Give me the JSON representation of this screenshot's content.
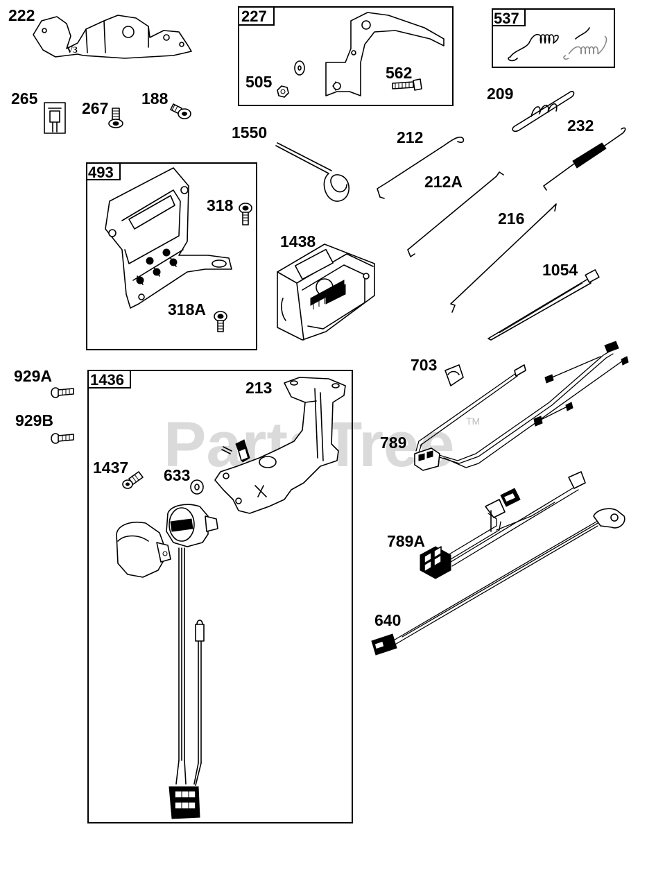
{
  "watermark": {
    "text": "PartsTree",
    "tm": "TM"
  },
  "boxes": [
    {
      "id": "227"
    },
    {
      "id": "537"
    },
    {
      "id": "493"
    },
    {
      "id": "1436"
    }
  ],
  "labels": {
    "p222": "222",
    "p227": "227",
    "p505": "505",
    "p562": "562",
    "p537": "537",
    "p265": "265",
    "p267": "267",
    "p188": "188",
    "p209": "209",
    "p1550": "1550",
    "p212": "212",
    "p232": "232",
    "p212A": "212A",
    "p493": "493",
    "p318": "318",
    "p318A": "318A",
    "p1438": "1438",
    "p216": "216",
    "p1054": "1054",
    "p929A": "929A",
    "p929B": "929B",
    "p1436": "1436",
    "p213": "213",
    "p703": "703",
    "p789": "789",
    "p1437": "1437",
    "p633": "633",
    "p789A": "789A",
    "p640": "640"
  }
}
